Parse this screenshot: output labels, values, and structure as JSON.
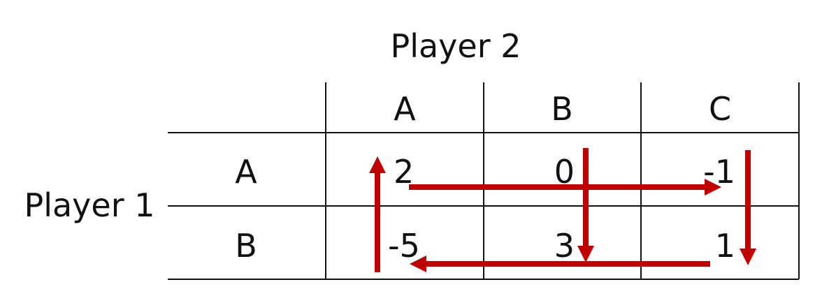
{
  "title_top": "Player 2",
  "title_left": "Player 1",
  "column_headers": [
    "A",
    "B",
    "C"
  ],
  "row_headers": [
    "A",
    "B"
  ],
  "payoffs": [
    [
      "2",
      "0",
      "-1"
    ],
    [
      "-5",
      "3",
      "1"
    ]
  ],
  "colors": {
    "arrow": "#c00000",
    "text": "#111111",
    "grid": "#111111"
  }
}
